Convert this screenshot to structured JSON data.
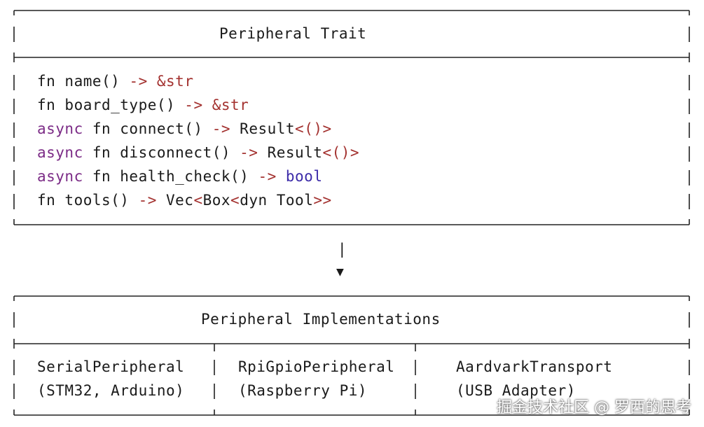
{
  "trait_box": {
    "title": "Peripheral Trait",
    "methods": [
      {
        "tokens": [
          {
            "t": "fn name() ",
            "c": "pl"
          },
          {
            "t": "->",
            "c": "op"
          },
          {
            "t": " ",
            "c": "pl"
          },
          {
            "t": "&str",
            "c": "op"
          }
        ]
      },
      {
        "tokens": [
          {
            "t": "fn board_type() ",
            "c": "pl"
          },
          {
            "t": "->",
            "c": "op"
          },
          {
            "t": " ",
            "c": "pl"
          },
          {
            "t": "&str",
            "c": "op"
          }
        ]
      },
      {
        "tokens": [
          {
            "t": "async",
            "c": "kw"
          },
          {
            "t": " fn connect() ",
            "c": "pl"
          },
          {
            "t": "->",
            "c": "op"
          },
          {
            "t": " Result",
            "c": "pl"
          },
          {
            "t": "<()>",
            "c": "op"
          }
        ]
      },
      {
        "tokens": [
          {
            "t": "async",
            "c": "kw"
          },
          {
            "t": " fn disconnect() ",
            "c": "pl"
          },
          {
            "t": "->",
            "c": "op"
          },
          {
            "t": " Result",
            "c": "pl"
          },
          {
            "t": "<()>",
            "c": "op"
          }
        ]
      },
      {
        "tokens": [
          {
            "t": "async",
            "c": "kw"
          },
          {
            "t": " fn health_check() ",
            "c": "pl"
          },
          {
            "t": "->",
            "c": "op"
          },
          {
            "t": " ",
            "c": "pl"
          },
          {
            "t": "bool",
            "c": "bl"
          }
        ]
      },
      {
        "tokens": [
          {
            "t": "fn tools() ",
            "c": "pl"
          },
          {
            "t": "->",
            "c": "op"
          },
          {
            "t": " Vec",
            "c": "pl"
          },
          {
            "t": "<",
            "c": "op"
          },
          {
            "t": "Box",
            "c": "pl"
          },
          {
            "t": "<",
            "c": "op"
          },
          {
            "t": "dyn Tool",
            "c": "pl"
          },
          {
            "t": ">>",
            "c": "op"
          }
        ]
      }
    ]
  },
  "arrow": {
    "shaft": "|",
    "head": "▼"
  },
  "impl_box": {
    "title": "Peripheral Implementations",
    "columns": [
      {
        "name": "SerialPeripheral",
        "detail": "(STM32, Arduino)"
      },
      {
        "name": "RpiGpioPeripheral",
        "detail": "(Raspberry Pi)"
      },
      {
        "name": "AardvarkTransport",
        "detail": "(USB Adapter)"
      }
    ]
  },
  "watermark": "掘金技术社区 @ 罗西的思考",
  "colors": {
    "keyword": "#7b2b86",
    "operator": "#a3312f",
    "builtin_type": "#3b2aa8",
    "line": "#222222"
  }
}
